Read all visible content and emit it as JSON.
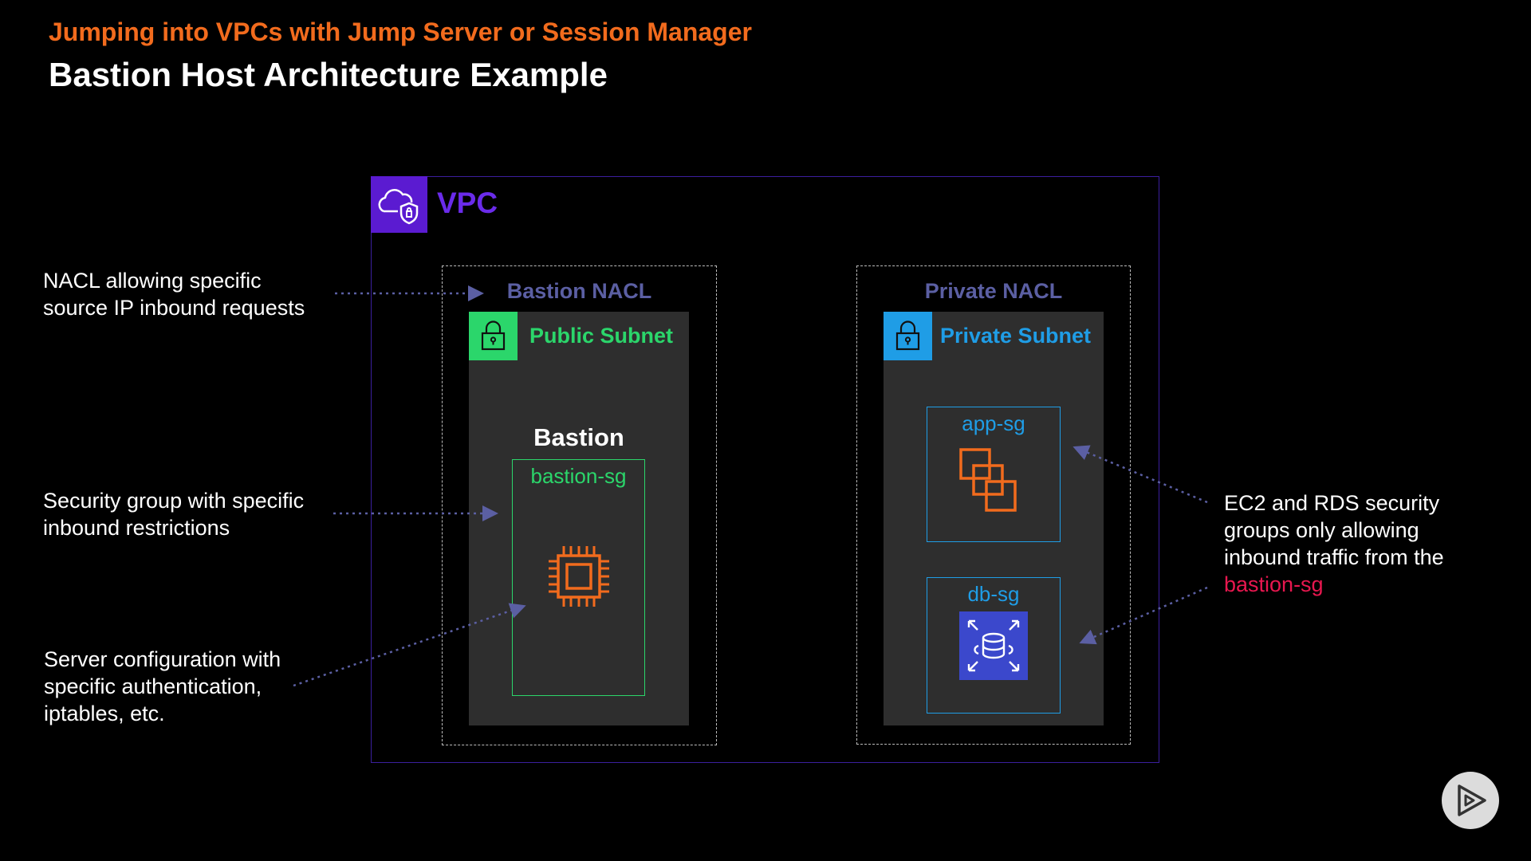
{
  "header": {
    "subtitle": "Jumping into VPCs with Jump Server or Session Manager",
    "title": "Bastion Host Architecture Example"
  },
  "vpc": {
    "label": "VPC",
    "icon": "cloud-shield-icon",
    "color": "#5b1bd1"
  },
  "bastion_nacl": {
    "label": "Bastion NACL"
  },
  "private_nacl": {
    "label": "Private NACL"
  },
  "public_subnet": {
    "label": "Public Subnet",
    "icon": "lock-icon",
    "color": "#2bd66b"
  },
  "private_subnet": {
    "label": "Private Subnet",
    "icon": "lock-icon",
    "color": "#1f9de6"
  },
  "bastion": {
    "title": "Bastion",
    "sg_label": "bastion-sg",
    "icon": "ec2-chip-icon"
  },
  "app_sg": {
    "label": "app-sg",
    "icon": "ec2-instances-icon"
  },
  "db_sg": {
    "label": "db-sg",
    "icon": "rds-database-icon"
  },
  "notes": {
    "nacl": [
      "NACL allowing specific",
      "source IP inbound requests"
    ],
    "sg": [
      "Security group with specific",
      "inbound restrictions"
    ],
    "server": [
      "Server configuration with",
      "specific authentication,",
      "iptables, etc."
    ],
    "ec2_rds": [
      "EC2 and RDS security",
      "groups only allowing",
      "inbound traffic from the"
    ],
    "ec2_rds_highlight": "bastion-sg"
  },
  "colors": {
    "accent_orange": "#f26b1d",
    "highlight_red": "#e8174f",
    "arrow": "#5b5fa3"
  }
}
